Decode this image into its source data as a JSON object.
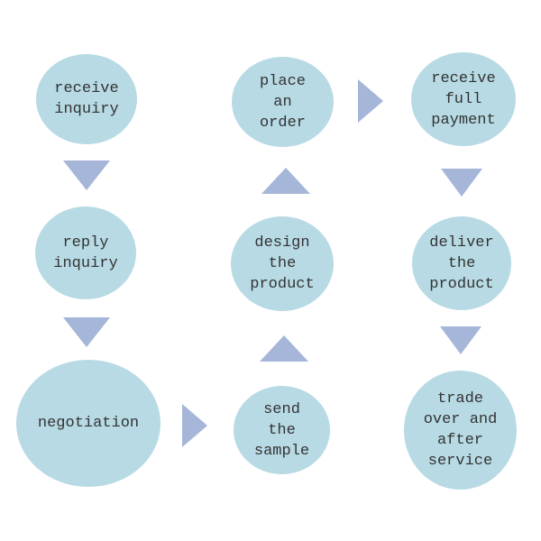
{
  "colors": {
    "background": "#ffffff",
    "node_fill": "#b7dae4",
    "arrow_fill": "#a5b6d9",
    "text": "#333333"
  },
  "nodes": [
    {
      "id": "receive-inquiry",
      "label": "receive\ninquiry"
    },
    {
      "id": "reply-inquiry",
      "label": "reply\ninquiry"
    },
    {
      "id": "negotiation",
      "label": "negotiation"
    },
    {
      "id": "send-the-sample",
      "label": "send\nthe\nsample"
    },
    {
      "id": "design-the-product",
      "label": "design\nthe\nproduct"
    },
    {
      "id": "place-an-order",
      "label": "place\nan\norder"
    },
    {
      "id": "receive-full-payment",
      "label": "receive\nfull\npayment"
    },
    {
      "id": "deliver-the-product",
      "label": "deliver\nthe\nproduct"
    },
    {
      "id": "trade-over-and-after-service",
      "label": "trade\nover and\nafter\nservice"
    }
  ],
  "arrows": [
    {
      "from": "receive-inquiry",
      "to": "reply-inquiry",
      "direction": "down"
    },
    {
      "from": "reply-inquiry",
      "to": "negotiation",
      "direction": "down"
    },
    {
      "from": "negotiation",
      "to": "send-the-sample",
      "direction": "right"
    },
    {
      "from": "send-the-sample",
      "to": "design-the-product",
      "direction": "up"
    },
    {
      "from": "design-the-product",
      "to": "place-an-order",
      "direction": "up"
    },
    {
      "from": "place-an-order",
      "to": "receive-full-payment",
      "direction": "right"
    },
    {
      "from": "receive-full-payment",
      "to": "deliver-the-product",
      "direction": "down"
    },
    {
      "from": "deliver-the-product",
      "to": "trade-over-and-after-service",
      "direction": "down"
    }
  ]
}
